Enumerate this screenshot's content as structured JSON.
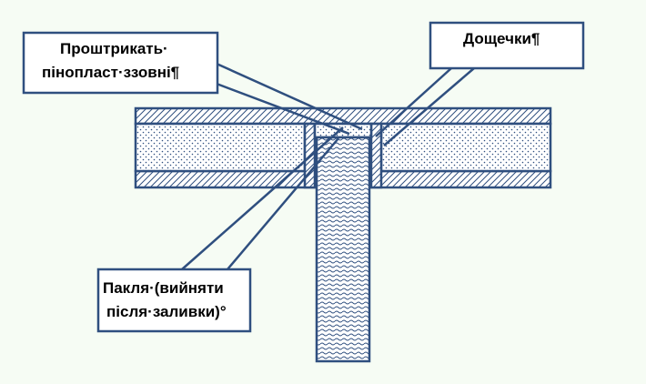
{
  "colors": {
    "background": "#f6fcf4",
    "stroke": "#2f4f7f",
    "callout_fill": "#ffffff",
    "text": "#000000"
  },
  "callouts": {
    "foam": {
      "line1": "Проштрикать·",
      "line2": "пінопласт·ззовні¶"
    },
    "boards": {
      "line1": "Дощечки¶"
    },
    "oakum": {
      "line1": "Пакля·(вийняти",
      "line2": "після·заливки)°"
    }
  }
}
